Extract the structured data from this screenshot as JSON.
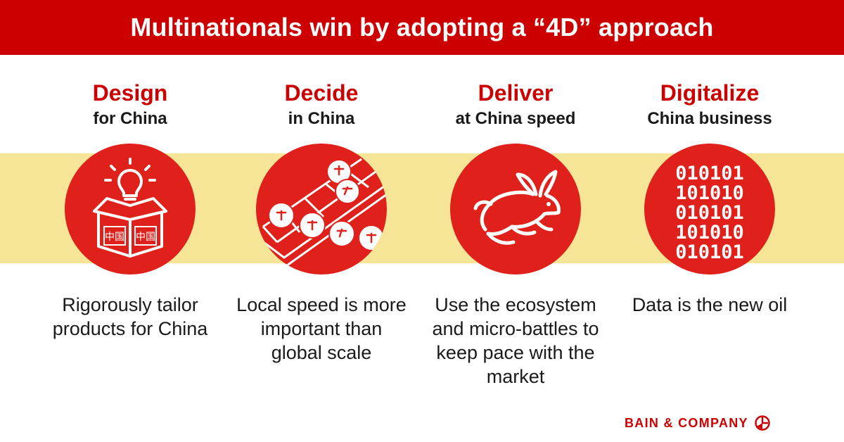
{
  "header": {
    "title": "Multinationals win by adopting a “4D” approach"
  },
  "columns": [
    {
      "title": "Design",
      "subtitle": "for China",
      "icon": "box-lightbulb-icon",
      "icon_text": "中国",
      "description": "Rigorously tailor products for China"
    },
    {
      "title": "Decide",
      "subtitle": "in China",
      "icon": "chinese-chess-icon",
      "description": "Local speed is more important than global scale"
    },
    {
      "title": "Deliver",
      "subtitle": "at China speed",
      "icon": "running-rabbit-icon",
      "description": "Use the ecosystem and micro-battles to keep pace with the market"
    },
    {
      "title": "Digitalize",
      "subtitle": "China business",
      "icon": "binary-data-icon",
      "binary_rows": [
        "010101",
        "101010",
        "010101",
        "101010",
        "010101"
      ],
      "description": "Data is the new oil"
    }
  ],
  "footer": {
    "brand": "BAIN & COMPANY",
    "logo": "bain-logo-icon"
  },
  "colors": {
    "accent": "#cc0000",
    "circle": "#e0201b",
    "band": "#f6e597",
    "text": "#1a1a1a"
  }
}
